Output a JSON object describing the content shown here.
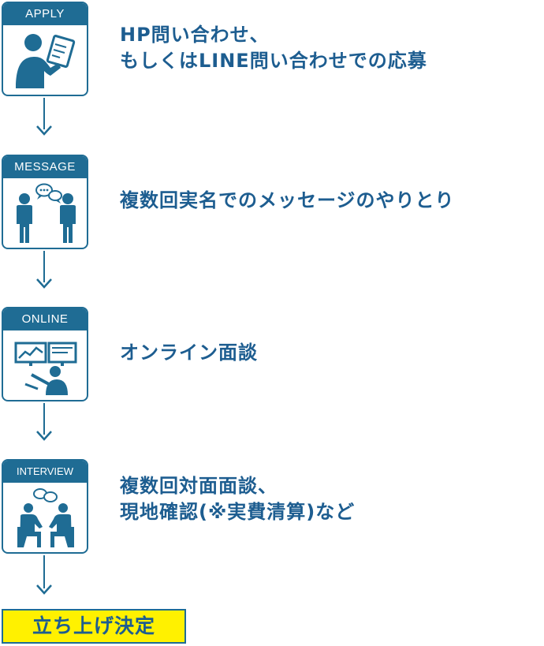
{
  "colors": {
    "primary": "#1f6c94",
    "text": "#1d5d90",
    "highlight": "#fff100"
  },
  "steps": [
    {
      "label": "APPLY",
      "icon": "person-writing-icon",
      "lines": [
        "HP問い合わせ、",
        "もしくはLINE問い合わせでの応募"
      ]
    },
    {
      "label": "MESSAGE",
      "icon": "two-people-chat-icon",
      "lines": [
        "複数回実名でのメッセージのやりとり"
      ]
    },
    {
      "label": "ONLINE",
      "icon": "online-meeting-icon",
      "lines": [
        "オンライン面談"
      ]
    },
    {
      "label": "INTERVIEW",
      "icon": "interview-icon",
      "lines": [
        "複数回対面面談、",
        "現地確認(※実費清算)など"
      ]
    }
  ],
  "final": {
    "label": "立ち上げ決定"
  }
}
